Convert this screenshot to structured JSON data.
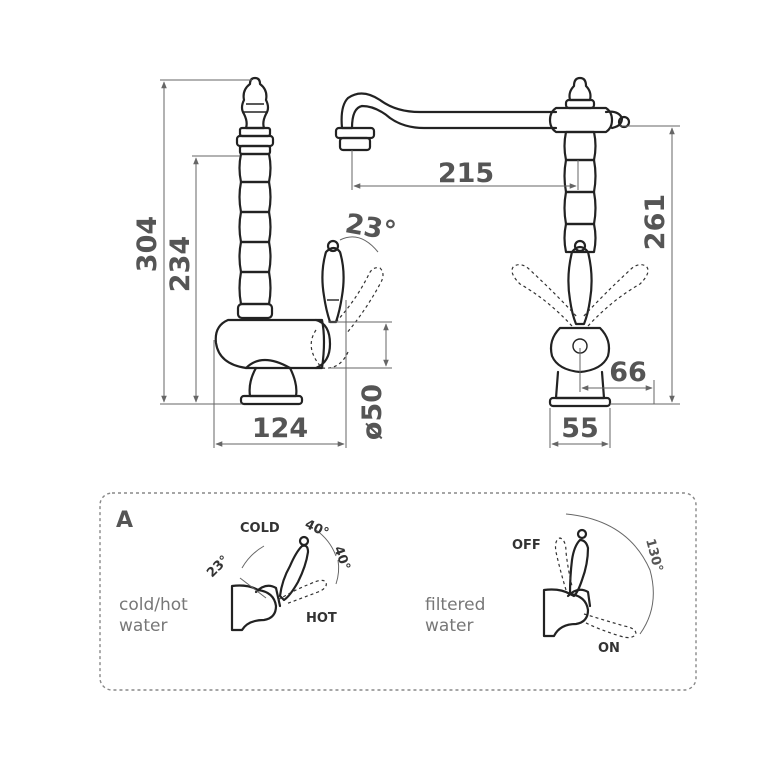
{
  "dimensions": {
    "total_height": "304",
    "body_height": "234",
    "base_width": "124",
    "angle_top": "23°",
    "diameter": "ø50",
    "spout_reach": "215",
    "side_height": "261",
    "handle_offset": "66",
    "side_base_width": "55"
  },
  "panel": {
    "letter": "A",
    "left": {
      "caption_line1": "cold/hot",
      "caption_line2": "water",
      "cold_label": "COLD",
      "hot_label": "HOT",
      "angle_23": "23°",
      "angle_40a": "40°",
      "angle_40b": "40°"
    },
    "right": {
      "caption_line1": "filtered",
      "caption_line2": "water",
      "off_label": "OFF",
      "on_label": "ON",
      "angle_130": "130°"
    }
  },
  "colors": {
    "line": "#222222",
    "dimension": "#666666",
    "dim_text": "#555555",
    "frame": "#888888"
  }
}
